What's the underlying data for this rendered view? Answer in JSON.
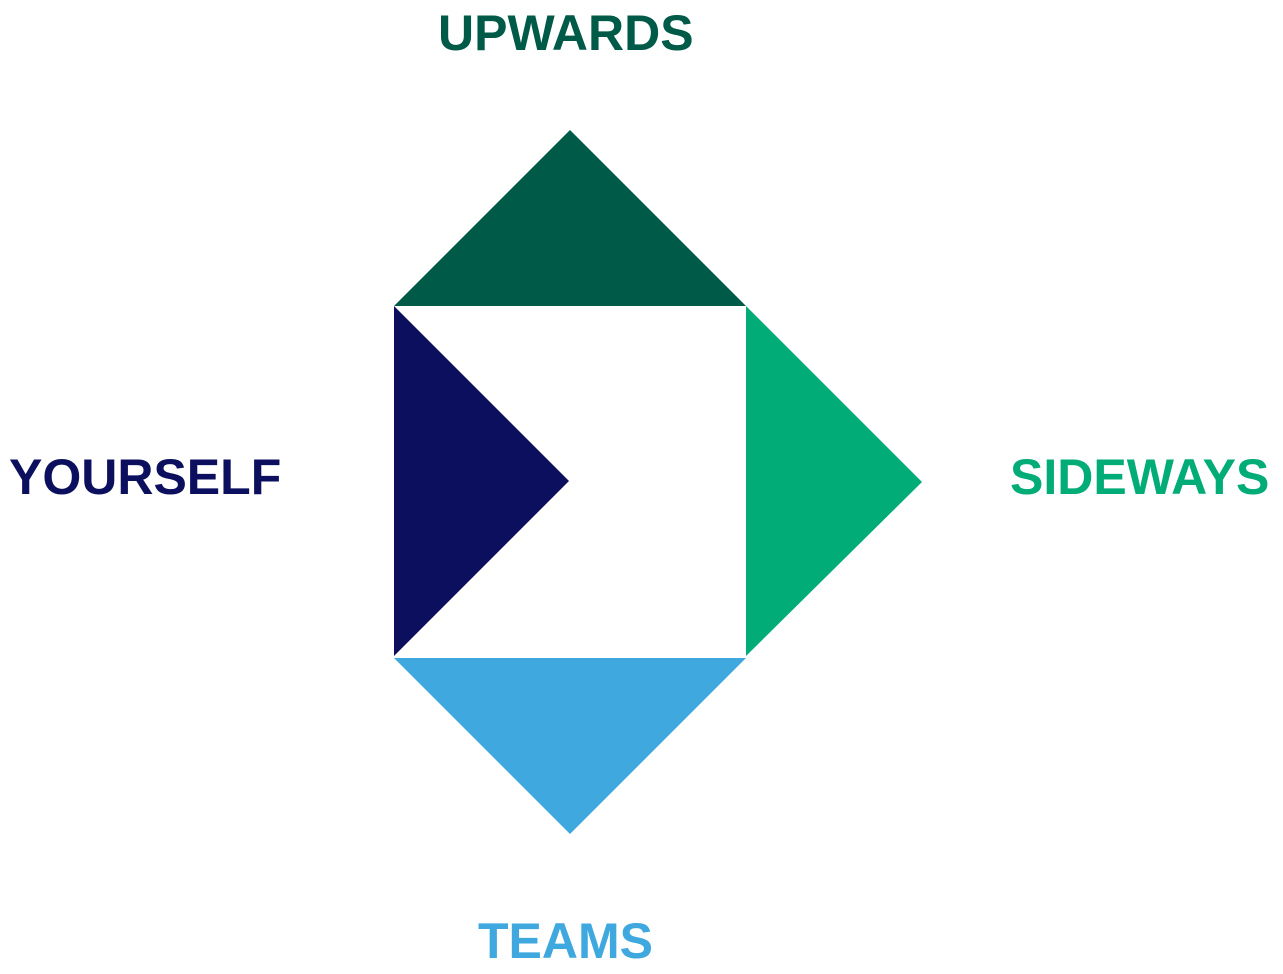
{
  "labels": {
    "upwards": "UPWARDS",
    "yourself": "YOURSELF",
    "sideways": "SIDEWAYS",
    "teams": "TEAMS"
  },
  "colors": {
    "upwards": "#005A48",
    "yourself": "#0B0F5E",
    "sideways": "#02AC77",
    "teams": "#3EA8DF",
    "background": "#FFFFFF"
  }
}
